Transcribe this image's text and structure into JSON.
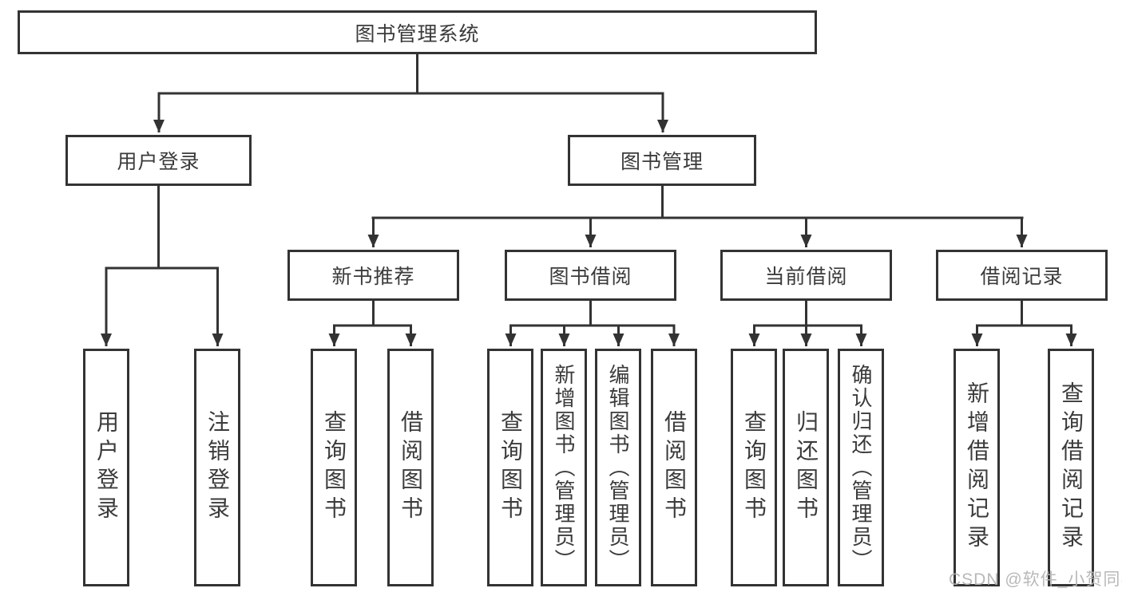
{
  "diagram": {
    "title": "图书管理系统",
    "branches": [
      {
        "label": "用户登录",
        "children": [
          "用户登录",
          "注销登录"
        ]
      },
      {
        "label": "图书管理",
        "sections": [
          {
            "label": "新书推荐",
            "children": [
              "查询图书",
              "借阅图书"
            ]
          },
          {
            "label": "图书借阅",
            "children": [
              "查询图书",
              "新增图书（管理员）",
              "编辑图书（管理员）",
              "借阅图书"
            ]
          },
          {
            "label": "当前借阅",
            "children": [
              "查询图书",
              "归还图书",
              "确认归还（管理员）"
            ]
          },
          {
            "label": "借阅记录",
            "children": [
              "新增借阅记录",
              "查询借阅记录"
            ]
          }
        ]
      }
    ]
  },
  "watermark": {
    "text": "CSDN @软件_小贺同学"
  }
}
